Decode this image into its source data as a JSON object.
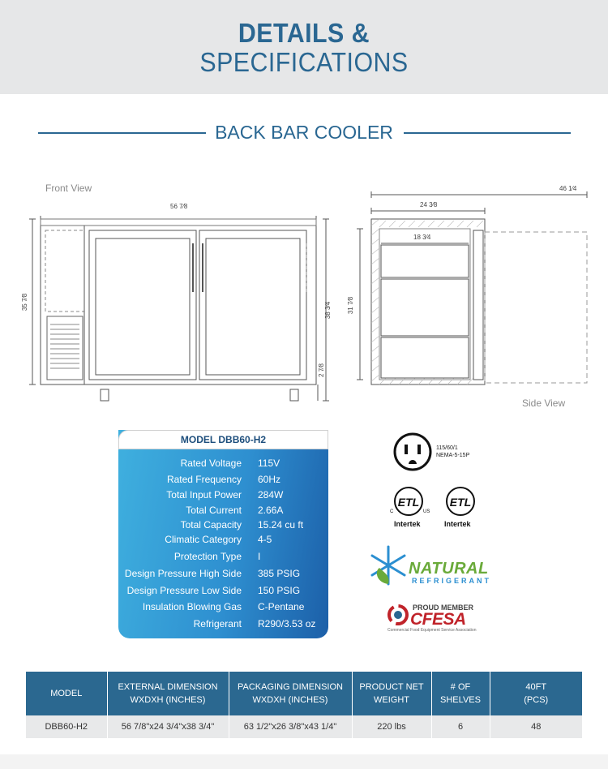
{
  "header": {
    "line1": "DETAILS &",
    "line2": "SPECIFICATIONS"
  },
  "section_title": "BACK BAR COOLER",
  "drawing": {
    "front_label": "Front View",
    "side_label": "Side View",
    "dims": {
      "width": "56 7⁄8",
      "height_total": "35 7⁄8",
      "height_right": "38 3⁄4",
      "base": "2 7⁄8",
      "depth_total": "46 1⁄4",
      "depth": "24 3⁄8",
      "inner_depth": "18 3⁄4",
      "side_height": "31 7⁄8"
    }
  },
  "spec_card": {
    "model": "MODEL DBB60-H2",
    "rows": [
      {
        "label": "Rated  Voltage",
        "value": "115V"
      },
      {
        "label": "Rated  Frequency",
        "value": "60Hz"
      },
      {
        "label": "Total Input Power",
        "value": "284W"
      },
      {
        "label": "Total Current",
        "value": "2.66A"
      },
      {
        "label": "Total Capacity",
        "value": "15.24 cu ft"
      },
      {
        "label": "Climatic Category",
        "value": "4-5"
      },
      {
        "label": "Protection Type",
        "value": "I"
      },
      {
        "label": "Design Pressure High Side",
        "value": "385 PSIG"
      },
      {
        "label": "Design Pressure Low Side",
        "value": "150 PSIG"
      },
      {
        "label": "Insulation Blowing Gas",
        "value": "C-Pentane"
      },
      {
        "label": "Refrigerant",
        "value": "R290/3.53 oz"
      }
    ]
  },
  "badges": {
    "plug_line1": "115/60/1",
    "plug_line2": "NEMA-5-15P",
    "etl1_text": "Intertek",
    "etl2_text": "Intertek",
    "natural_word": "NATURAL",
    "refrigerant_word": "REFRIGERANT",
    "proud_member": "PROUD MEMBER",
    "cfesa": "CFESA",
    "cfesa_sub": "Commercial Food Equipment Service Association"
  },
  "table": {
    "headers": [
      [
        "MODEL"
      ],
      [
        "EXTERNAL DIMENSION",
        "WXDXH (INCHES)"
      ],
      [
        "PACKAGING DIMENSION",
        "WXDXH (INCHES)"
      ],
      [
        "PRODUCT NET",
        "WEIGHT"
      ],
      [
        "# OF",
        "SHELVES"
      ],
      [
        "40FT",
        "(PCS)"
      ]
    ],
    "row": [
      "DBB60-H2",
      "56 7/8\"x24 3/4\"x38 3/4\"",
      "63 1/2\"x26 3/8\"x43 1/4\"",
      "220 lbs",
      "6",
      "48"
    ]
  },
  "colors": {
    "brand_blue": "#2a6792",
    "table_header": "#2b6890"
  }
}
